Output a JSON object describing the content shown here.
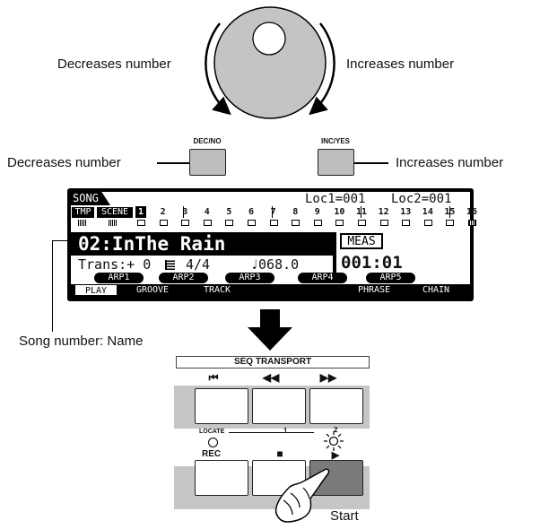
{
  "labels": {
    "dial_left": "Decreases number",
    "dial_right": "Increases number",
    "btn_left": "Decreases number",
    "btn_right": "Increases number",
    "song_name_caption": "Song number: Name",
    "start_caption": "Start"
  },
  "buttons": {
    "dec_label": "DEC/NO",
    "inc_label": "INC/YES"
  },
  "lcd": {
    "mode": "SONG",
    "loc1": "Loc1=001",
    "loc2": "Loc2=001",
    "tmp": "TMP",
    "scene": "SCENE",
    "tracks": [
      "1",
      "2",
      "3",
      "4",
      "5",
      "6",
      "7",
      "8",
      "9",
      "10",
      "11",
      "12",
      "13",
      "14",
      "15",
      "16"
    ],
    "song_title": "02:InThe Rain",
    "trans": "Trans:+ 0",
    "time_sig": "4/4",
    "tempo": "♩068.0",
    "meas_label": "MEAS",
    "meas_value": "001:01",
    "arps": [
      "ARP1",
      "ARP2",
      "ARP3",
      "ARP4",
      "ARP5"
    ],
    "tabs": [
      "PLAY",
      "GROOVE",
      "TRACK",
      "PHRASE",
      "CHAIN"
    ]
  },
  "transport": {
    "header": "SEQ TRANSPORT",
    "top_symbols": [
      "⏮",
      "◀◀",
      "▶▶"
    ],
    "locate": "LOCATE",
    "loc_1": "1",
    "loc_2": "2",
    "rec": "REC",
    "stop_symbol": "■",
    "play_symbol": "▶"
  }
}
